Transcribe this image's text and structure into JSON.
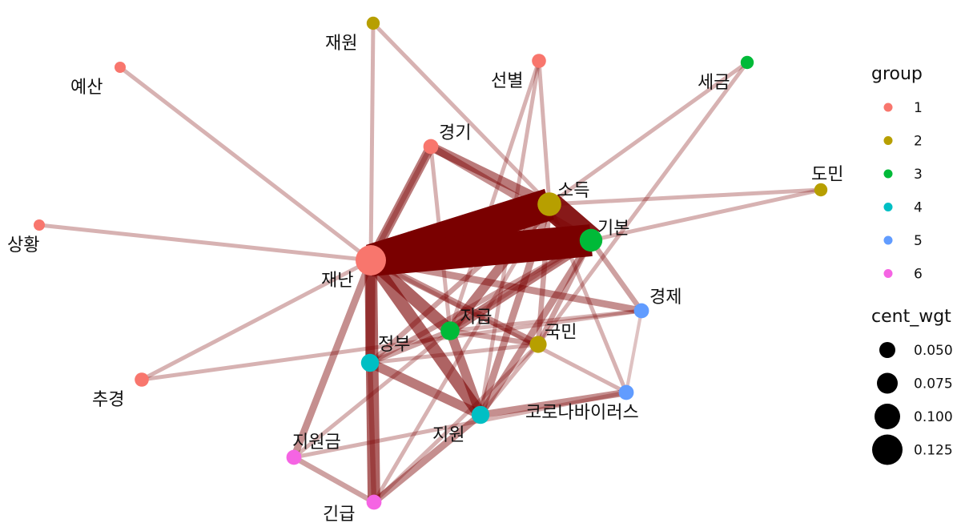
{
  "nodes": [
    {
      "id": "재난",
      "group": 1,
      "cent_wgt": 0.125
    },
    {
      "id": "소득",
      "group": 2,
      "cent_wgt": 0.09
    },
    {
      "id": "기본",
      "group": 3,
      "cent_wgt": 0.085
    },
    {
      "id": "지급",
      "group": 3,
      "cent_wgt": 0.065
    },
    {
      "id": "정부",
      "group": 4,
      "cent_wgt": 0.06
    },
    {
      "id": "지원",
      "group": 4,
      "cent_wgt": 0.06
    },
    {
      "id": "국민",
      "group": 2,
      "cent_wgt": 0.055
    },
    {
      "id": "경기",
      "group": 1,
      "cent_wgt": 0.045
    },
    {
      "id": "경제",
      "group": 5,
      "cent_wgt": 0.045
    },
    {
      "id": "코로나바이러스",
      "group": 5,
      "cent_wgt": 0.045
    },
    {
      "id": "지원금",
      "group": 6,
      "cent_wgt": 0.045
    },
    {
      "id": "긴급",
      "group": 6,
      "cent_wgt": 0.045
    },
    {
      "id": "선별",
      "group": 1,
      "cent_wgt": 0.04
    },
    {
      "id": "추경",
      "group": 1,
      "cent_wgt": 0.04
    },
    {
      "id": "재원",
      "group": 2,
      "cent_wgt": 0.035
    },
    {
      "id": "세금",
      "group": 3,
      "cent_wgt": 0.035
    },
    {
      "id": "도민",
      "group": 2,
      "cent_wgt": 0.035
    },
    {
      "id": "예산",
      "group": 1,
      "cent_wgt": 0.025
    },
    {
      "id": "상황",
      "group": 1,
      "cent_wgt": 0.025
    }
  ],
  "edges": [
    {
      "source": "재난",
      "target": "소득",
      "weight": 10
    },
    {
      "source": "재난",
      "target": "기본",
      "weight": 10
    },
    {
      "source": "소득",
      "target": "기본",
      "weight": 9
    },
    {
      "source": "재난",
      "target": "지원",
      "weight": 6
    },
    {
      "source": "재난",
      "target": "긴급",
      "weight": 6
    },
    {
      "source": "재난",
      "target": "지급",
      "weight": 6
    },
    {
      "source": "재난",
      "target": "정부",
      "weight": 5
    },
    {
      "source": "소득",
      "target": "지급",
      "weight": 5
    },
    {
      "source": "기본",
      "target": "지급",
      "weight": 5
    },
    {
      "source": "재난",
      "target": "경기",
      "weight": 5
    },
    {
      "source": "경기",
      "target": "소득",
      "weight": 5
    },
    {
      "source": "경기",
      "target": "기본",
      "weight": 4
    },
    {
      "source": "지급",
      "target": "지원",
      "weight": 5
    },
    {
      "source": "정부",
      "target": "지원",
      "weight": 5
    },
    {
      "source": "지원",
      "target": "코로나바이러스",
      "weight": 4
    },
    {
      "source": "지원",
      "target": "긴급",
      "weight": 4
    },
    {
      "source": "지원",
      "target": "소득",
      "weight": 4
    },
    {
      "source": "지원",
      "target": "기본",
      "weight": 4
    },
    {
      "source": "재난",
      "target": "국민",
      "weight": 4
    },
    {
      "source": "재난",
      "target": "경제",
      "weight": 4
    },
    {
      "source": "재난",
      "target": "지원금",
      "weight": 4
    },
    {
      "source": "국민",
      "target": "소득",
      "weight": 3
    },
    {
      "source": "국민",
      "target": "기본",
      "weight": 3
    },
    {
      "source": "기본",
      "target": "경제",
      "weight": 3
    },
    {
      "source": "지원금",
      "target": "긴급",
      "weight": 3
    },
    {
      "source": "지급",
      "target": "국민",
      "weight": 3
    },
    {
      "source": "정부",
      "target": "지급",
      "weight": 3
    },
    {
      "source": "정부",
      "target": "소득",
      "weight": 3
    },
    {
      "source": "정부",
      "target": "기본",
      "weight": 3
    },
    {
      "source": "정부",
      "target": "긴급",
      "weight": 3
    },
    {
      "source": "정부",
      "target": "국민",
      "weight": 2
    },
    {
      "source": "재원",
      "target": "재난",
      "weight": 2
    },
    {
      "source": "재원",
      "target": "소득",
      "weight": 2
    },
    {
      "source": "선별",
      "target": "소득",
      "weight": 2
    },
    {
      "source": "선별",
      "target": "지원",
      "weight": 2
    },
    {
      "source": "선별",
      "target": "지급",
      "weight": 2
    },
    {
      "source": "세금",
      "target": "소득",
      "weight": 2
    },
    {
      "source": "세금",
      "target": "국민",
      "weight": 2
    },
    {
      "source": "도민",
      "target": "소득",
      "weight": 2
    },
    {
      "source": "도민",
      "target": "기본",
      "weight": 2
    },
    {
      "source": "예산",
      "target": "재난",
      "weight": 2
    },
    {
      "source": "상황",
      "target": "재난",
      "weight": 2
    },
    {
      "source": "추경",
      "target": "재난",
      "weight": 2
    },
    {
      "source": "추경",
      "target": "경제",
      "weight": 2
    },
    {
      "source": "경기",
      "target": "재난",
      "weight": 3
    },
    {
      "source": "경기",
      "target": "지급",
      "weight": 2
    },
    {
      "source": "지원금",
      "target": "지급",
      "weight": 2
    },
    {
      "source": "지원금",
      "target": "코로나바이러스",
      "weight": 2
    },
    {
      "source": "긴급",
      "target": "소득",
      "weight": 2
    },
    {
      "source": "긴급",
      "target": "국민",
      "weight": 2
    },
    {
      "source": "경제",
      "target": "코로나바이러스",
      "weight": 1
    },
    {
      "source": "코로나바이러스",
      "target": "재난",
      "weight": 2
    },
    {
      "source": "코로나바이러스",
      "target": "소득",
      "weight": 2
    },
    {
      "source": "경제",
      "target": "지급",
      "weight": 2
    },
    {
      "source": "국민",
      "target": "지원",
      "weight": 2
    },
    {
      "source": "지급",
      "target": "기본",
      "weight": 2
    }
  ],
  "group_colors": {
    "1": "#F8766D",
    "2": "#B79F00",
    "3": "#00BA38",
    "4": "#00BFC4",
    "5": "#619CFF",
    "6": "#F564E3"
  },
  "edge_color": "#7a0000",
  "legend": {
    "group_title": "group",
    "groups": [
      "1",
      "2",
      "3",
      "4",
      "5",
      "6"
    ],
    "size_title": "cent_wgt",
    "sizes": [
      {
        "label": "0.050",
        "value": 0.05
      },
      {
        "label": "0.075",
        "value": 0.075
      },
      {
        "label": "0.100",
        "value": 0.1
      },
      {
        "label": "0.125",
        "value": 0.125
      }
    ]
  }
}
